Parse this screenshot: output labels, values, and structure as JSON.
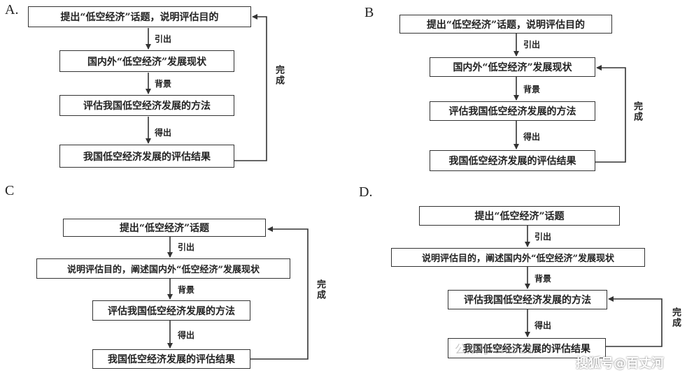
{
  "panels": {
    "A": {
      "letter": "A.",
      "boxes": [
        "提出“低空经济”话题，说明评估目的",
        "国内外“低空经济”发展现状",
        "评估我国低空经济发展的方法",
        "我国低空经济发展的评估结果"
      ],
      "edges": [
        "引出",
        "背景",
        "得出"
      ],
      "loop": "完成"
    },
    "B": {
      "letter": "B",
      "boxes": [
        "提出“低空经济”话题，说明评估目的",
        "国内外“低空经济”发展现状",
        "评估我国低空经济发展的方法",
        "我国低空经济发展的评估结果"
      ],
      "edges": [
        "引出",
        "背景",
        "得出"
      ],
      "loop": "完成"
    },
    "C": {
      "letter": "C",
      "boxes": [
        "提出“低空经济”话题",
        "说明评估目的，阐述国内外“低空经济”发展现状",
        "评估我国低空经济发展的方法",
        "我国低空经济发展的评估结果"
      ],
      "edges": [
        "引出",
        "背景",
        "得出"
      ],
      "loop": "完成"
    },
    "D": {
      "letter": "D.",
      "boxes": [
        "提出“低空经济”话题",
        "说明评估目的，阐述国内外“低空经济”发展现状",
        "评估我国低空经济发展的方法",
        "我国低空经济发展的评估结果"
      ],
      "edges": [
        "引出",
        "背景",
        "得出"
      ],
      "loop": "完成"
    }
  },
  "watermark": {
    "text": "搜狐号@百丈河",
    "faint_text": "公众号 shi321"
  }
}
